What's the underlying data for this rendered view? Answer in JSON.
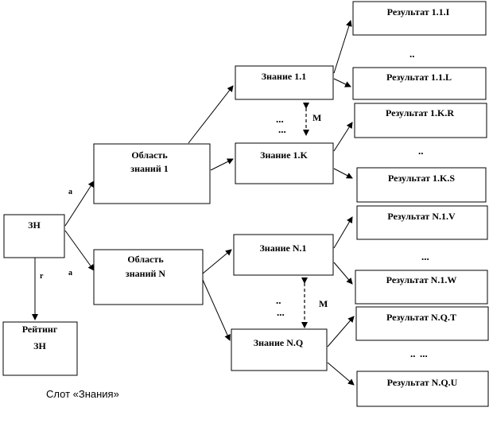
{
  "nodes": {
    "zn": "ЗН",
    "rating": [
      "Рейтинг",
      "ЗН"
    ],
    "area1": [
      "Область",
      "знаний 1"
    ],
    "areaN": [
      "Область",
      "знаний N"
    ],
    "k11": "Знание 1.1",
    "k1K": "Знание 1.K",
    "kN1": "Знание N.1",
    "kNQ": "Знание N.Q",
    "r11I": "Результат 1.1.I",
    "r11L": "Результат 1.1.L",
    "r1KR": "Результат 1.K.R",
    "r1KS": "Результат 1.K.S",
    "rN1V": "Результат N.1.V",
    "rN1W": "Результат N.1.W",
    "rNQT": "Результат N.Q.T",
    "rNQU": "Результат N.Q.U"
  },
  "edge_labels": {
    "a_top": "a",
    "a_bottom": "a",
    "r": "r",
    "m_top": "M",
    "m_bottom": "M"
  },
  "ellipses": {
    "e1": "..",
    "e2": "...",
    "e3": "...",
    "e4": "..",
    "e5": "...",
    "e6": "..",
    "e7": "...",
    "e8": "..",
    "e9": "..."
  },
  "caption": "Слот «Знания»"
}
